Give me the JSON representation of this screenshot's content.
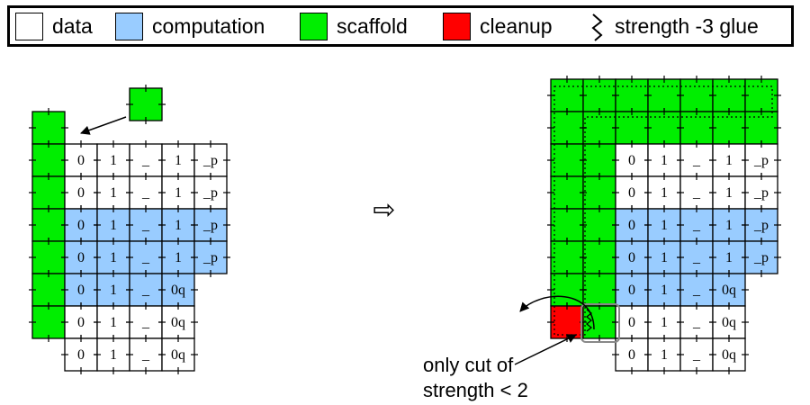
{
  "legend": {
    "items": [
      {
        "label": "data",
        "color": "#ffffff",
        "kind": "swatch"
      },
      {
        "label": "computation",
        "color": "#99ccff",
        "kind": "swatch"
      },
      {
        "label": "scaffold",
        "color": "#00ee00",
        "kind": "swatch"
      },
      {
        "label": "cleanup",
        "color": "#ff0000",
        "kind": "swatch"
      },
      {
        "label": "strength -3 glue",
        "kind": "glue-icon"
      }
    ]
  },
  "colors": {
    "data": "#ffffff",
    "computation": "#99ccff",
    "scaffold": "#00ee00",
    "cleanup": "#ff0000",
    "stroke": "#000000",
    "highlight": "#888888"
  },
  "grid_rows": [
    {
      "labels": [
        "0",
        "1",
        "_",
        "1",
        "_p"
      ],
      "type": "data"
    },
    {
      "labels": [
        "0",
        "1",
        "_",
        "1",
        "_p"
      ],
      "type": "data"
    },
    {
      "labels": [
        "0",
        "1",
        "_",
        "1",
        "_p"
      ],
      "type": "computation"
    },
    {
      "labels": [
        "0",
        "1",
        "_",
        "1",
        "_p"
      ],
      "type": "computation"
    },
    {
      "labels": [
        "0",
        "1",
        "_",
        "0q"
      ],
      "type": "computation"
    },
    {
      "labels": [
        "0",
        "1",
        "_",
        "0q"
      ],
      "type": "data"
    },
    {
      "labels": [
        "0",
        "1",
        "_",
        "0q"
      ],
      "type": "data"
    }
  ],
  "arrow_symbol": "⇨",
  "annotation": {
    "line1": "only cut of",
    "line2": "strength < 2"
  }
}
